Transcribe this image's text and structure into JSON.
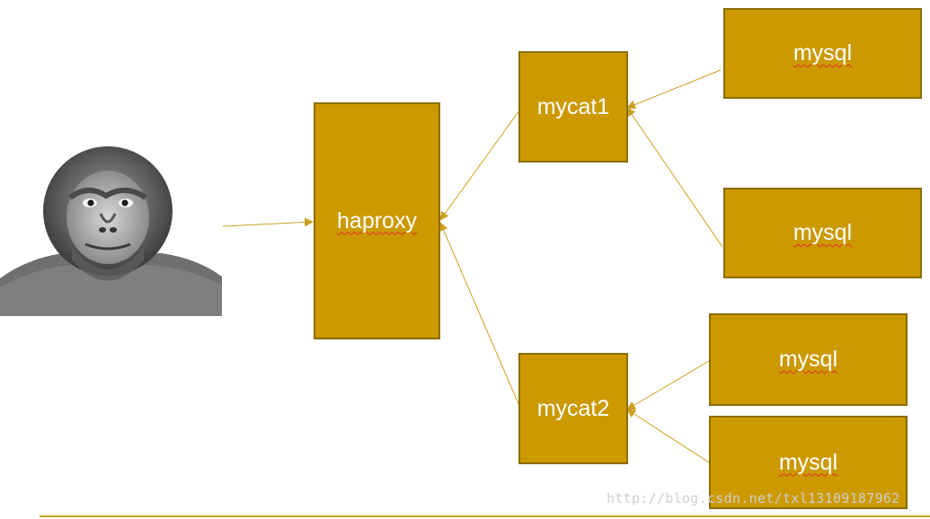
{
  "colors": {
    "node_fill": "#cc9900",
    "node_border": "#8a6d00",
    "arrow": "#c9a020",
    "label": "#ffffff"
  },
  "nodes": {
    "haproxy": "haproxy",
    "mycat1": "mycat1",
    "mycat2": "mycat2",
    "mysql_1": "mysql",
    "mysql_2": "mysql",
    "mysql_3": "mysql",
    "mysql_4": "mysql"
  },
  "client": {
    "icon": "ape-portrait-icon"
  },
  "watermark": "http://blog.csdn.net/txl13109187962"
}
